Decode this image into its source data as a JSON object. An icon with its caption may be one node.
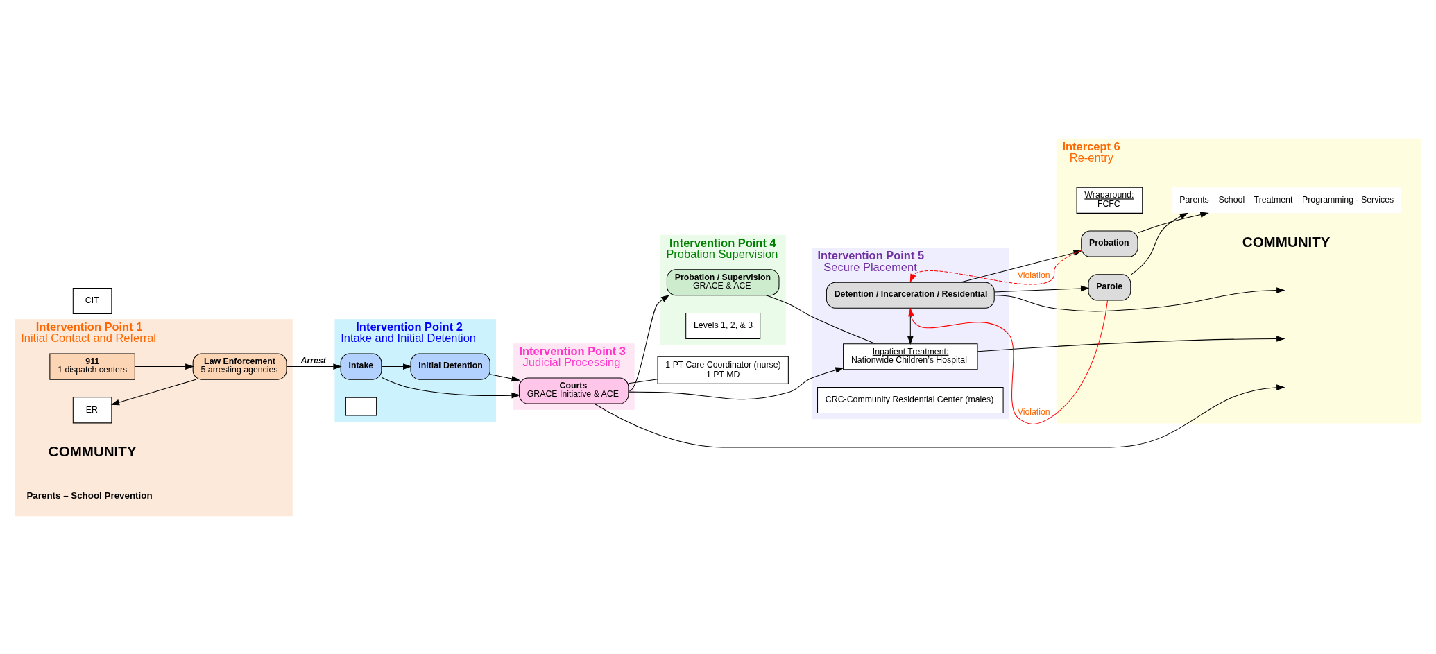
{
  "diagram": {
    "nodes": [
      {
        "text": [
          "Intervention Point 1",
          "Initial Contact and Referral"
        ]
      },
      {
        "text": [
          "Intervention Point 2",
          "Intake and Initial Detention"
        ]
      },
      {
        "text": [
          "Intervention Point 3",
          "Judicial Processing"
        ]
      },
      {
        "text": [
          "Intervention Point 4",
          "Probation Supervision"
        ]
      },
      {
        "text": [
          "Intervention Point 5",
          "Secure Placement"
        ]
      },
      {
        "text": [
          "Intercept 6",
          "Re-entry"
        ]
      },
      {
        "text": [
          "CIT"
        ]
      },
      {
        "text": [
          "911",
          "1 dispatch centers"
        ],
        "in": 0
      },
      {
        "text": [
          "Law Enforcement",
          "5 arresting agencies"
        ],
        "in": 0
      },
      {
        "text": [
          "ER"
        ],
        "in": 0
      },
      {
        "text": [
          "Intake"
        ],
        "in": 1
      },
      {
        "text": [],
        "shape": "box",
        "in": 1
      },
      {
        "text": [
          "Initial Detention"
        ],
        "in": 1
      },
      {
        "text": [
          "Courts",
          "GRACE Initiative & ACE"
        ],
        "in": 2
      },
      {
        "text": [
          "Probation / Supervision",
          "GRACE & ACE"
        ],
        "in": 3
      },
      {
        "text": [
          "Levels 1, 2, & 3"
        ],
        "in": 3
      },
      {
        "text": [
          "Detention / Incarceration / Residential"
        ],
        "in": 4
      },
      {
        "text": [
          "CRC-Community Residential Center (males)"
        ],
        "in": 4
      },
      {
        "text": [
          "1 PT Care Coordinator (nurse)",
          "1 PT MD"
        ]
      },
      {
        "text": [
          "Inpatient Treatment:",
          "Nationwide Children’s Hospital"
        ],
        "in": 4
      },
      {
        "text": [
          "Wraparound:",
          "FCFC"
        ],
        "in": 5
      },
      {
        "text": [
          "Probation"
        ],
        "in": 5
      },
      {
        "text": [
          "Parole"
        ],
        "in": 5
      },
      {
        "text": [
          "Parents – School – Treatment – Programming - Services"
        ],
        "in": 5
      }
    ],
    "edges": [
      {
        "from": 7,
        "to": 8,
        "arrow": "to"
      },
      {
        "from": 8,
        "to": 9,
        "arrow": "to"
      },
      {
        "from": 8,
        "to": 10,
        "arrow": "to",
        "label": "Arrest"
      },
      {
        "from": 10,
        "to": 13,
        "arrow": "to"
      },
      {
        "from": 10,
        "to": 12,
        "arrow": "to"
      },
      {
        "from": 12,
        "to": 13,
        "arrow": "to"
      },
      {
        "from": 13,
        "to": 14,
        "arrow": "to"
      },
      {
        "from": 13,
        "to": 18,
        "arrow": "none"
      },
      {
        "from": 13,
        "to": null,
        "arrow": "to"
      },
      {
        "from": 13,
        "to": 19,
        "arrow": "to"
      },
      {
        "from": 14,
        "to": 19,
        "arrow": "none"
      },
      {
        "from": 19,
        "to": null,
        "arrow": "to"
      },
      {
        "from": 16,
        "to": 19,
        "arrow": "to"
      },
      {
        "from": 16,
        "to": 21,
        "arrow": "to"
      },
      {
        "from": 21,
        "to": 16,
        "arrow": "to",
        "label": "Violation",
        "style": "dashed",
        "color": "#ff0000"
      },
      {
        "from": 16,
        "to": null,
        "arrow": "to"
      },
      {
        "from": 22,
        "to": 16,
        "arrow": "to",
        "label": "Violation",
        "color": "#ff0000"
      },
      {
        "from": 16,
        "to": 22,
        "arrow": "to"
      },
      {
        "from": 21,
        "to": 23,
        "arrow": "to"
      },
      {
        "from": 22,
        "to": 23,
        "arrow": "to"
      }
    ],
    "labels": [
      "COMMUNITY",
      "Parents – School Prevention",
      "COMMUNITY"
    ]
  }
}
